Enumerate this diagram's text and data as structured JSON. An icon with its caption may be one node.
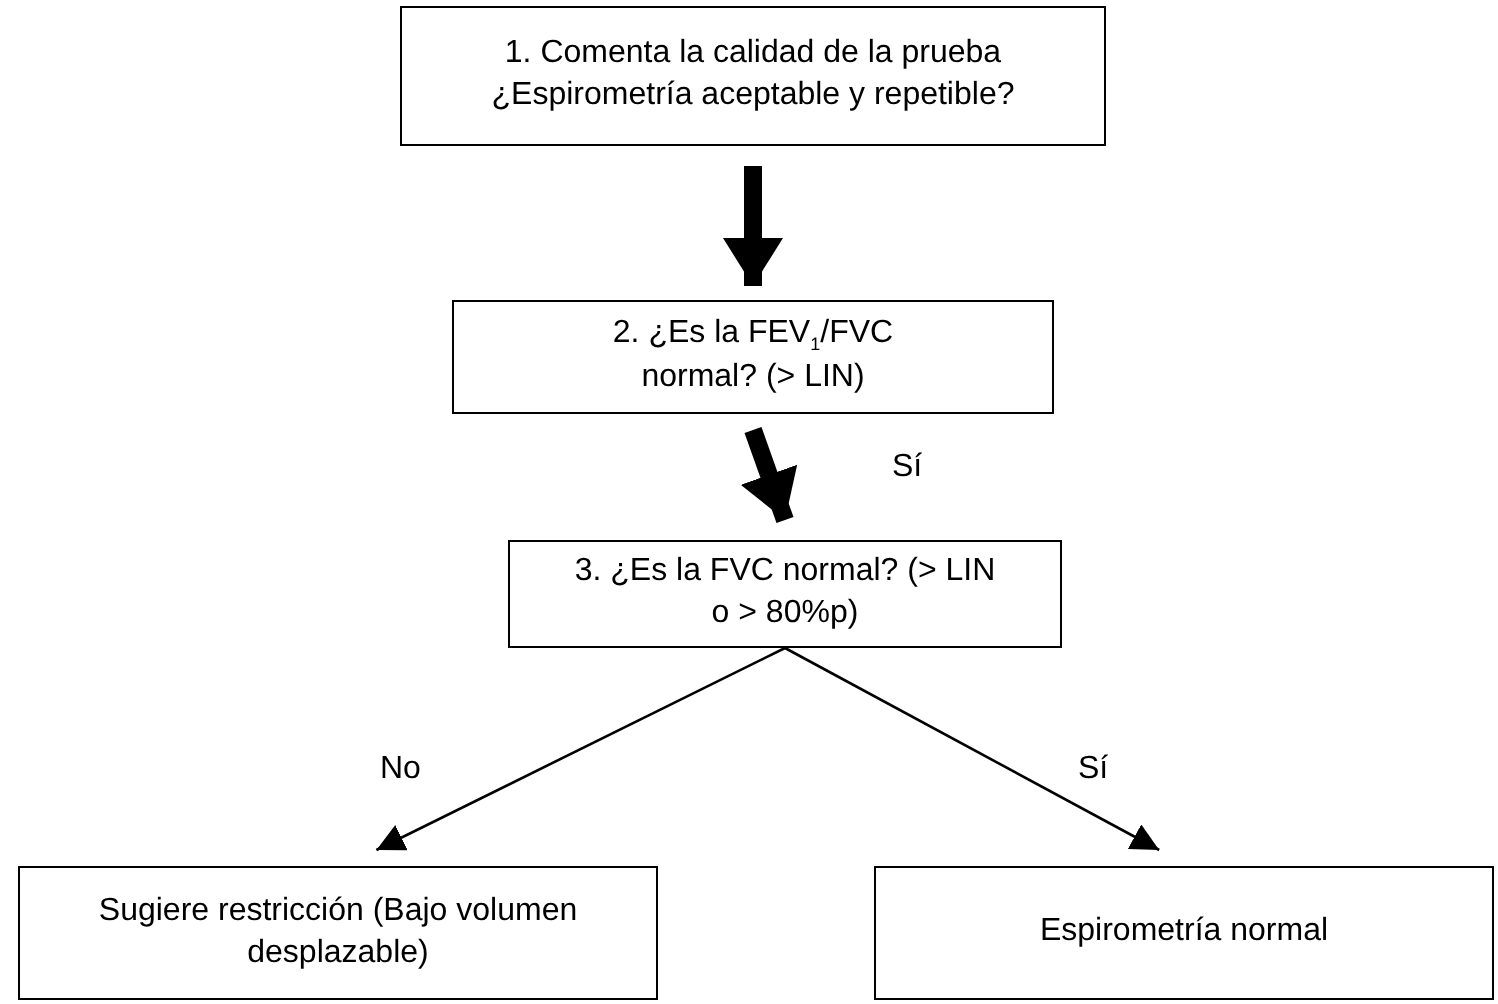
{
  "diagram": {
    "nodes": [
      {
        "text": [
          "1. Comenta la calidad de la prueba ¿Espirometría aceptable y repetible?"
        ]
      },
      {
        "text": [
          "2. ¿Es la FEV$_{1}$/FVC normal? (> LIN)"
        ]
      },
      {
        "text": [
          "3. ¿Es la FVC normal? (> LIN o > 80%p)"
        ]
      },
      {
        "text": [
          "Sugiere restricción (Bajo volumen desplazable)"
        ]
      },
      {
        "text": [
          "Espirometría normal"
        ]
      }
    ],
    "edges": [
      {
        "from": 0,
        "to": 1,
        "arrow": "to",
        "style": "thick"
      },
      {
        "from": 1,
        "to": 2,
        "arrow": "to",
        "style": "thick",
        "label": "Sí"
      },
      {
        "from": 2,
        "to": 3,
        "arrow": "to",
        "label": "No"
      },
      {
        "from": 2,
        "to": 4,
        "arrow": "to",
        "label": "Sí"
      }
    ]
  }
}
